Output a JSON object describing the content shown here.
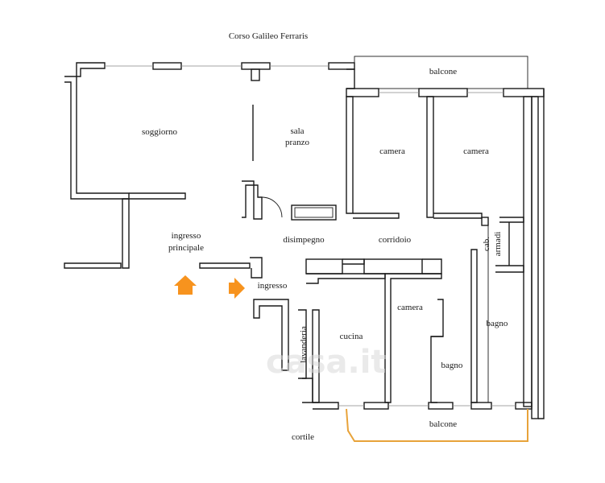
{
  "plan": {
    "street": "Corso Galileo Ferraris",
    "rooms": {
      "balcone_top": "balcone",
      "soggiorno": "soggiorno",
      "sala": "sala",
      "pranzo": "pranzo",
      "camera_1": "camera",
      "camera_2": "camera",
      "ingresso_principale_1": "ingresso",
      "ingresso_principale_2": "principale",
      "disimpegno": "disimpegno",
      "corridoio": "corridoio",
      "cab": "cab.",
      "armadi": "armadi",
      "ingresso": "ingresso",
      "camera_3": "camera",
      "lavanderia": "lavanderia",
      "cucina": "cucina",
      "bagno_1": "bagno",
      "bagno_2": "bagno",
      "balcone_bottom": "balcone",
      "cortile": "cortile"
    },
    "watermark": "casa.it",
    "colors": {
      "wall": "#1a1a1a",
      "arrow": "#f7931e",
      "balcony_rail": "#e8a33a",
      "watermark": "#d9d9d9"
    }
  }
}
